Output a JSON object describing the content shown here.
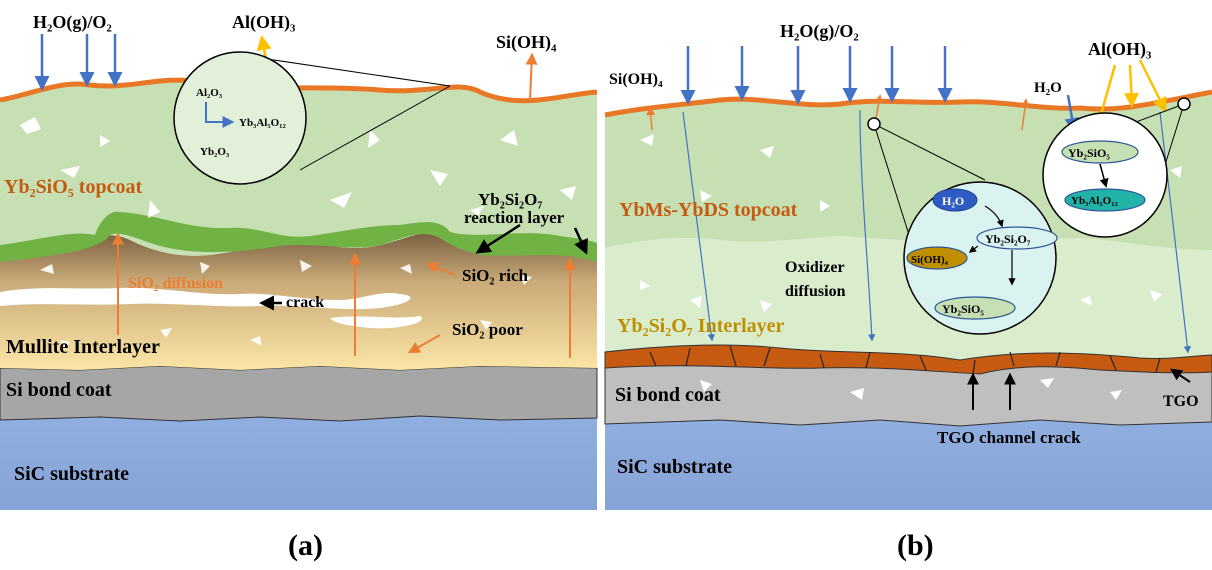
{
  "panel_a": {
    "caption": "(a)",
    "gas_label": "H₂O(g)/O₂",
    "aloh_label": "Al(OH)₃",
    "sioh_label": "Si(OH)₄",
    "inset": {
      "top": "Al₂O₃",
      "bottom": "Yb₂O₃",
      "product": "Yb₃Al₅O₁₂"
    },
    "topcoat_label": "Yb₂SiO₅ topcoat",
    "reaction_layer_1": "Yb₂Si₂O₇",
    "reaction_layer_2": "reaction layer",
    "sio2_diffusion": "SiO₂ diffusion",
    "sio2_rich": "SiO₂ rich",
    "crack": "crack",
    "sio2_poor": "SiO₂ poor",
    "interlayer_label": "Mullite Interlayer",
    "bondcoat_label": "Si bond coat",
    "substrate_label": "SiC substrate"
  },
  "panel_b": {
    "caption": "(b)",
    "gas_label": "H₂O(g)/O₂",
    "sioh_label": "Si(OH)₄",
    "aloh_label": "Al(OH)₃",
    "h2o_label": "H₂O",
    "inset_small": {
      "top": "Yb₂SiO₅",
      "bottom": "Yb₃Al₅O₁₂"
    },
    "inset_large": {
      "h2o": "H₂O",
      "ybds": "Yb₂Si₂O₇",
      "sioh": "Si(OH)₄",
      "ybms": "Yb₂SiO₅"
    },
    "topcoat_label": "YbMs-YbDS topcoat",
    "oxidizer_1": "Oxidizer",
    "oxidizer_2": "diffusion",
    "interlayer_label": "Yb₂Si₂O₇ Interlayer",
    "bondcoat_label": "Si bond coat",
    "substrate_label": "SiC substrate",
    "tgo_label": "TGO",
    "tgo_crack_label": "TGO channel crack"
  },
  "colors": {
    "topcoat": "#c6e0b4",
    "interlayer_b": "#d9eccc",
    "mullite": "#f2dca0",
    "bondcoat": "#a6a6a6",
    "substrate": "#8faadc",
    "oxide_orange": "#e97826",
    "green_layer": "#70b244",
    "blue_arrow": "#4472c4",
    "orange_arrow": "#ed7d31",
    "yellow_arrow": "#ffc000"
  }
}
